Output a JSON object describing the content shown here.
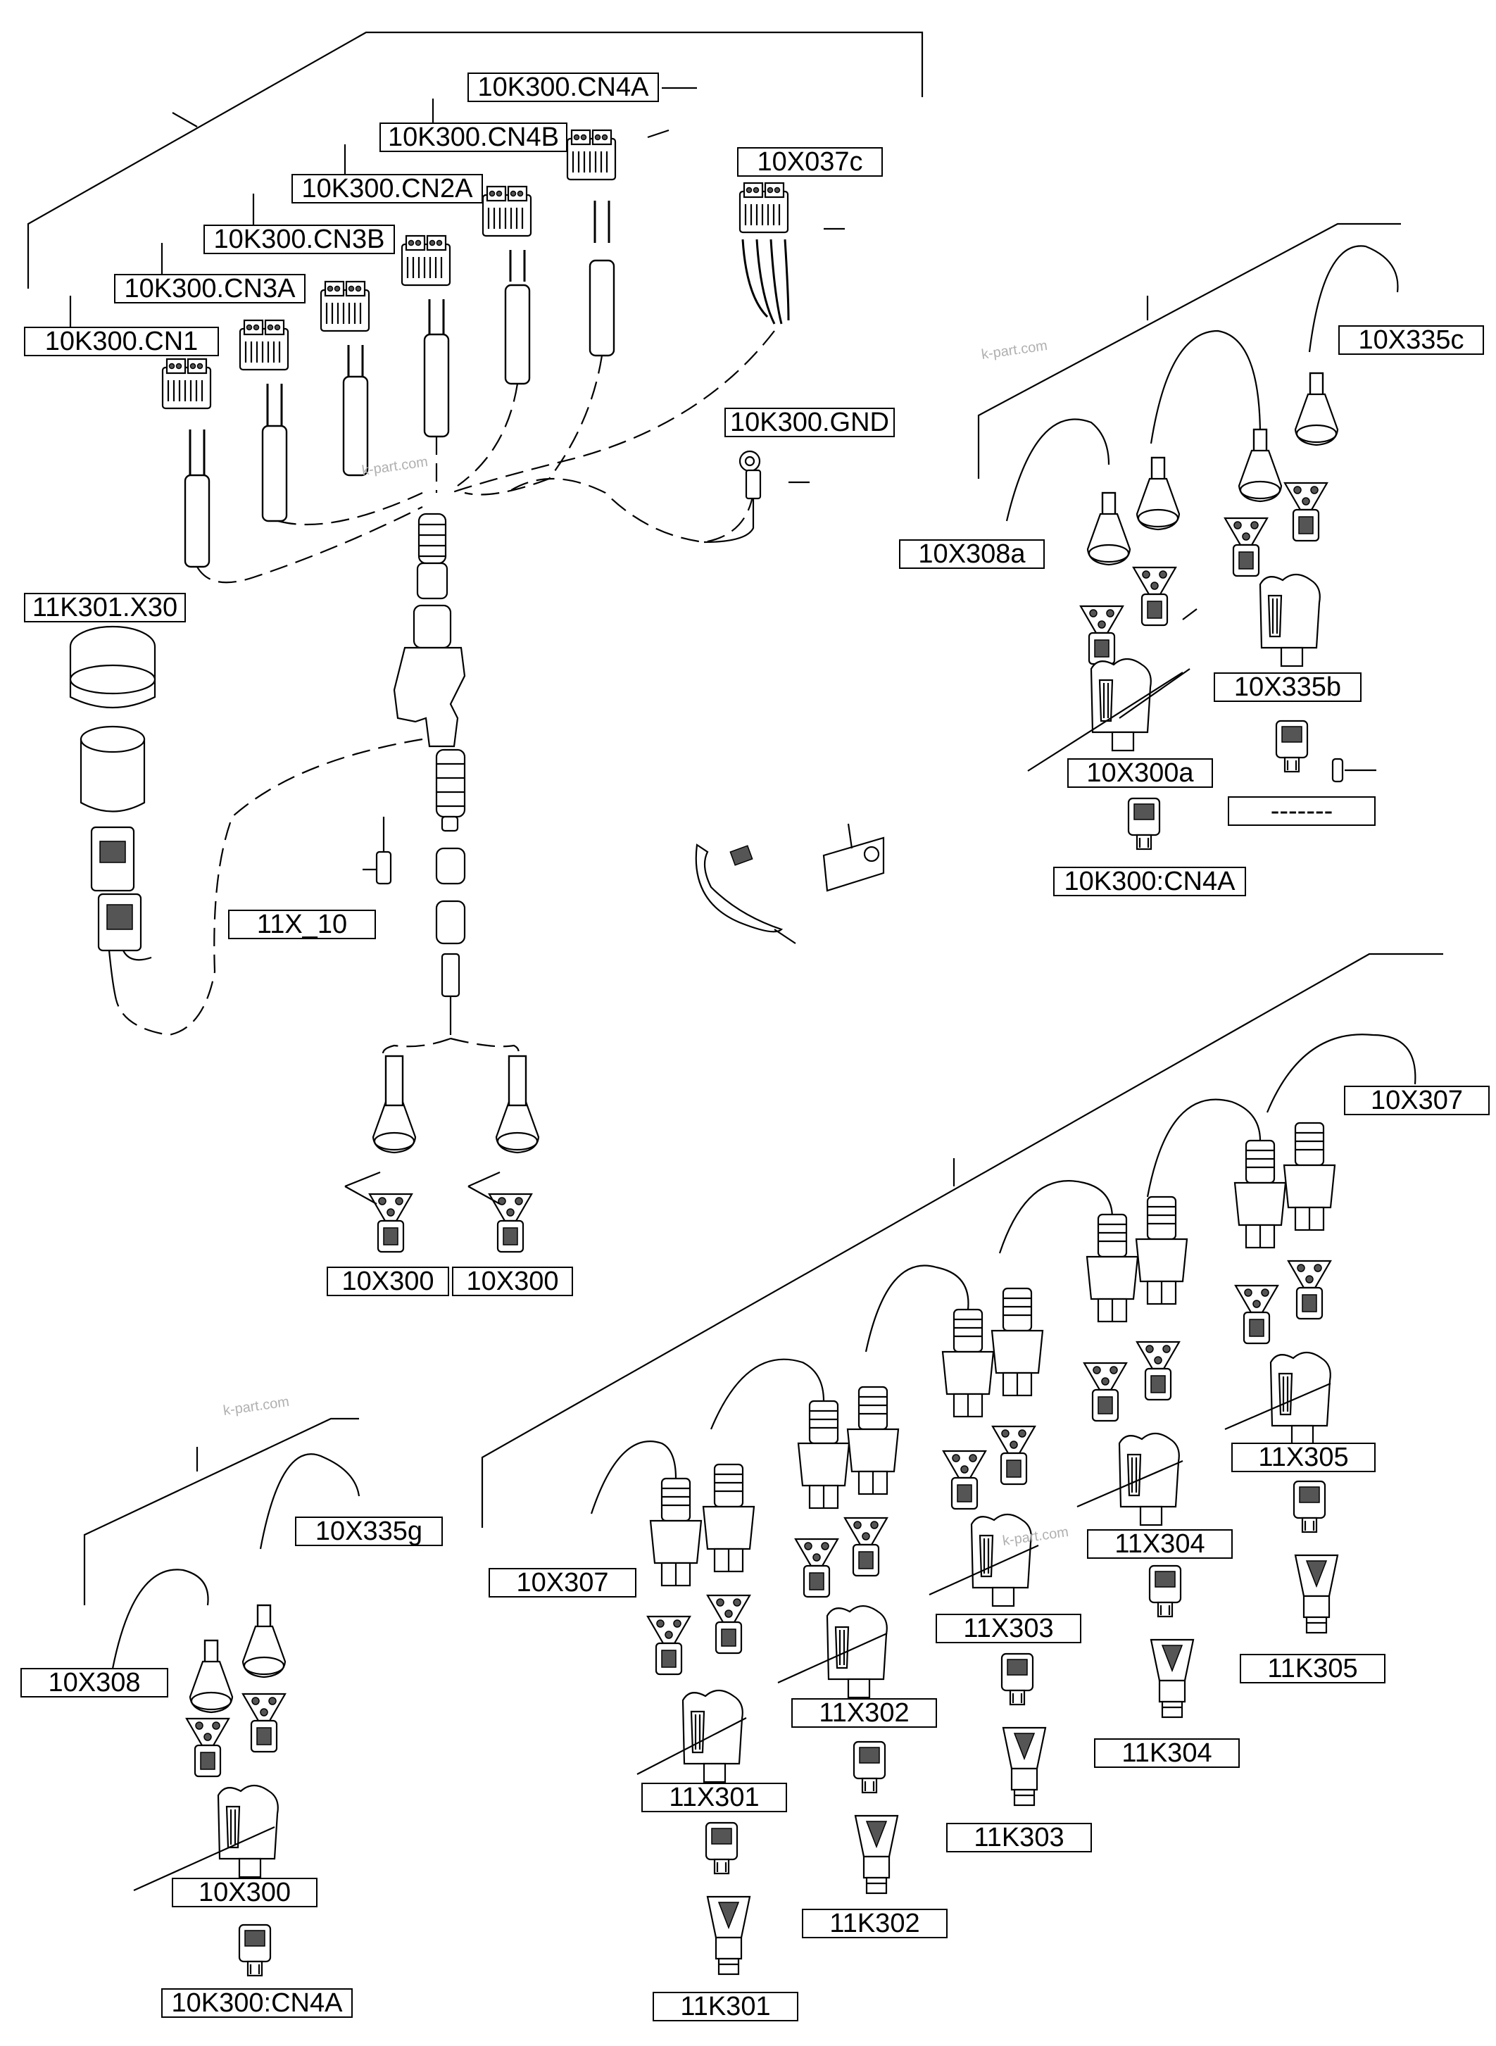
{
  "labels": {
    "k300_cn4a_top": "10K300.CN4A",
    "k300_cn4b": "10K300.CN4B",
    "k300_cn2a": "10K300.CN2A",
    "k300_cn3b": "10K300.CN3B",
    "k300_cn3a": "10K300.CN3A",
    "k300_cn1": "10K300.CN1",
    "x037c": "10X037c",
    "k300_gnd": "10K300.GND",
    "k301_x30": "11K301.X30",
    "x_10": "11X_10",
    "x300_a": "10X300",
    "x300_b": "10X300",
    "x335c": "10X335c",
    "x308a": "10X308a",
    "x335b": "10X335b",
    "x300a": "10X300a",
    "dashes": "-------",
    "k300_cn4a_right": "10K300:CN4A",
    "x307_right": "10X307",
    "x305": "11X305",
    "x304": "11X304",
    "x303": "11X303",
    "x302": "11X302",
    "x301": "11X301",
    "k305": "11K305",
    "k304": "11K304",
    "k303": "11K303",
    "k302": "11K302",
    "k301": "11K301",
    "x307_left": "10X307",
    "x335g": "10X335g",
    "x308": "10X308",
    "x300_bottom": "10X300",
    "k300_cn4a_bottom": "10K300:CN4A"
  },
  "watermarks": [
    "k-part.com",
    "k-part.com",
    "k-part.com",
    "k-part.com"
  ]
}
